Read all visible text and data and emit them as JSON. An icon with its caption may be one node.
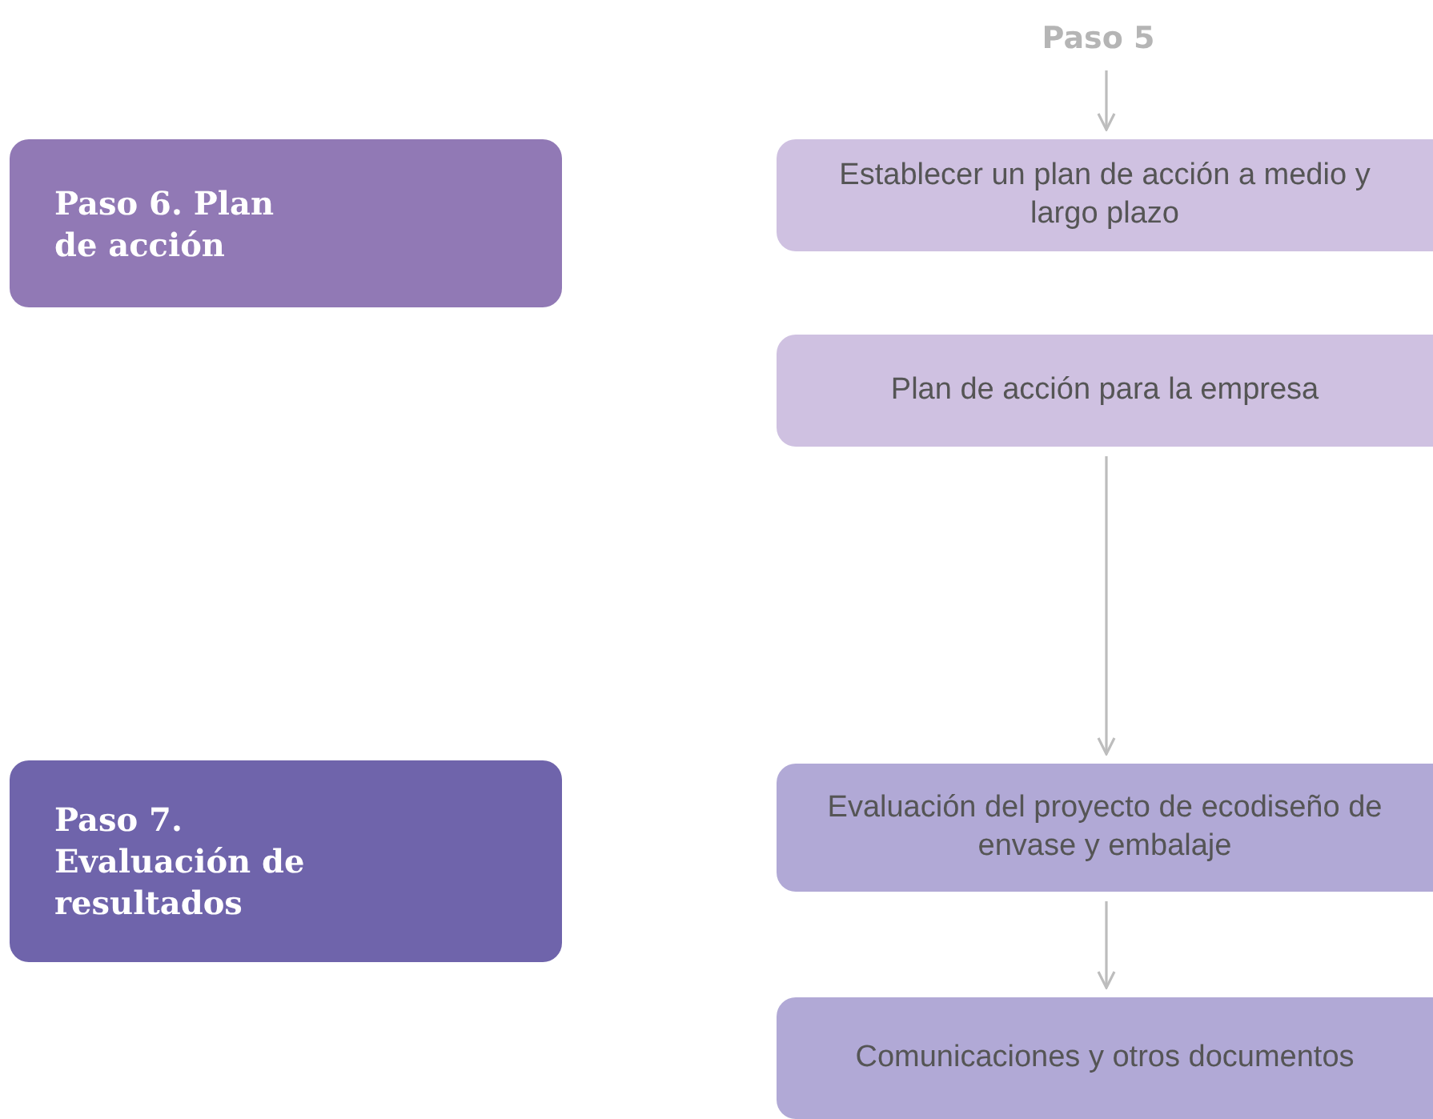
{
  "diagram": {
    "nodes": [
      {
        "text": [
          "Paso 5"
        ]
      },
      {
        "text": [
          "Paso 6. Plan de acción"
        ]
      },
      {
        "text": [
          "Establecer un plan de acción a medio y largo plazo"
        ]
      },
      {
        "text": [
          "Plan de acción para la empresa"
        ]
      },
      {
        "text": [
          "Paso 7. Evaluación de resultados"
        ]
      },
      {
        "text": [
          "Evaluación del proyecto de ecodiseño de envase y embalaje"
        ]
      },
      {
        "text": [
          "Comunicaciones y otros documentos"
        ]
      }
    ],
    "edges": [
      {
        "from": 0,
        "to": 2,
        "arrow": "to"
      },
      {
        "from": 3,
        "to": 5,
        "arrow": "to"
      },
      {
        "from": 5,
        "to": 6,
        "arrow": "to"
      }
    ]
  }
}
